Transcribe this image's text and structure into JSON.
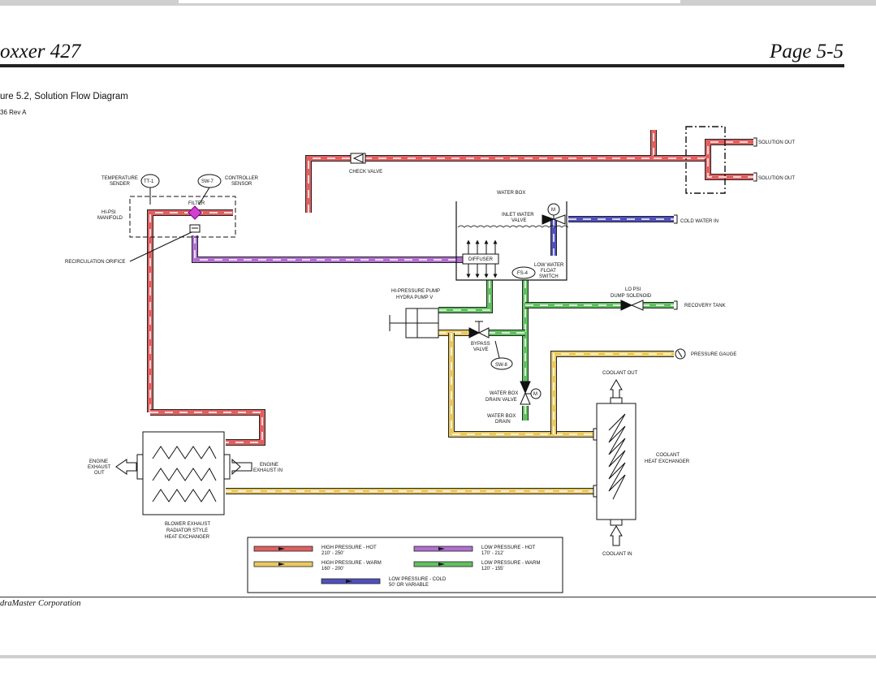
{
  "header": {
    "left_title": "oxxer 427",
    "right_title": "Page 5-5"
  },
  "figure": {
    "caption": "ure 5.2, Solution Flow Diagram",
    "code": "36 Rev A"
  },
  "footer": {
    "text": "draMaster Corporation"
  },
  "colors": {
    "high_hot": "#e06060",
    "high_warm": "#e8c860",
    "low_hot": "#b070d0",
    "low_warm": "#60c060",
    "low_cold": "#5050c0"
  },
  "labels": {
    "solution_out_1": "SOLUTION OUT",
    "solution_out_2": "SOLUTION OUT",
    "check_valve": "CHECK VALVE",
    "temperature_sender_1": "TEMPERATURE",
    "temperature_sender_2": "SENDER",
    "tt1": "TT-1",
    "sw7": "SW-7",
    "controller_sensor_1": "CONTROLLER",
    "controller_sensor_2": "SENSOR",
    "filter": "FILTER",
    "hi_psi_manifold_1": "HI-PSI",
    "hi_psi_manifold_2": "MANIFOLD",
    "recirculation_orifice": "RECIRCULATION ORIFICE",
    "water_box": "WATER BOX",
    "inlet_water_valve_1": "INLET WATER",
    "inlet_water_valve_2": "VALVE",
    "motor_m": "M",
    "cold_water_in": "COLD WATER IN",
    "diffuser": "DIFFUSER",
    "fs4": "FS-4",
    "low_water_float_1": "LOW WATER",
    "low_water_float_2": "FLOAT",
    "low_water_float_3": "SWITCH",
    "hi_pressure_pump_1": "HI-PRESSURE PUMP",
    "hi_pressure_pump_2": "HYDRA PUMP V",
    "lo_psi_dump_1": "LO PSI",
    "lo_psi_dump_2": "DUMP SOLENOID",
    "recovery_tank": "RECOVERY TANK",
    "bypass_valve_1": "BYPASS",
    "bypass_valve_2": "VALVE",
    "sw8": "SW-8",
    "pressure_gauge": "PRESSURE GAUGE",
    "coolant_out": "COOLANT OUT",
    "water_box_drain_valve_1": "WATER BOX",
    "water_box_drain_valve_2": "DRAIN VALVE",
    "water_box_drain_1": "WATER BOX",
    "water_box_drain_2": "DRAIN",
    "coolant_hx_1": "COOLANT",
    "coolant_hx_2": "HEAT EXCHANGER",
    "engine_exhaust_out_1": "ENGINE",
    "engine_exhaust_out_2": "EXHAUST",
    "engine_exhaust_out_3": "OUT",
    "engine_exhaust_in_1": "ENGINE",
    "engine_exhaust_in_2": "EXHAUST IN",
    "blower_hx_1": "BLOWER EXHAUST",
    "blower_hx_2": "RADIATOR STYLE",
    "blower_hx_3": "HEAT EXCHANGER",
    "coolant_in": "COOLANT IN"
  },
  "legend": {
    "high_hot_1": "HIGH PRESSURE - HOT",
    "high_hot_2": "210' - 250'",
    "low_hot_1": "LOW PRESSURE - HOT",
    "low_hot_2": "170' - 212'",
    "high_warm_1": "HIGH PRESSURE - WARM",
    "high_warm_2": "160' - 200'",
    "low_warm_1": "LOW PRESSURE - WARM",
    "low_warm_2": "120' - 155'",
    "low_cold_1": "LOW PRESSURE - COLD",
    "low_cold_2": "50' OR VARIABLE"
  }
}
